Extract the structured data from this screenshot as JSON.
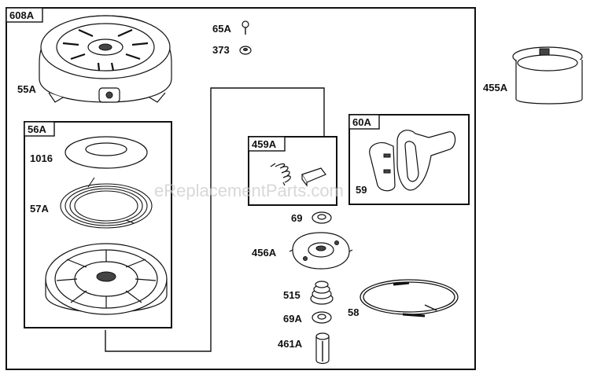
{
  "labels": {
    "outer_box": "608A",
    "housing": "55A",
    "screw": "65A",
    "nut": "373",
    "cup": "455A",
    "kit_box": "56A",
    "plate": "1016",
    "spring": "57A",
    "pawl_box": "459A",
    "handle_box": "60A",
    "handle": "59",
    "washer_top": "69",
    "retainer": "456A",
    "brake_spring": "515",
    "washer_bottom": "69A",
    "pin": "461A",
    "rope": "58"
  },
  "watermark": "eReplacementParts.com"
}
